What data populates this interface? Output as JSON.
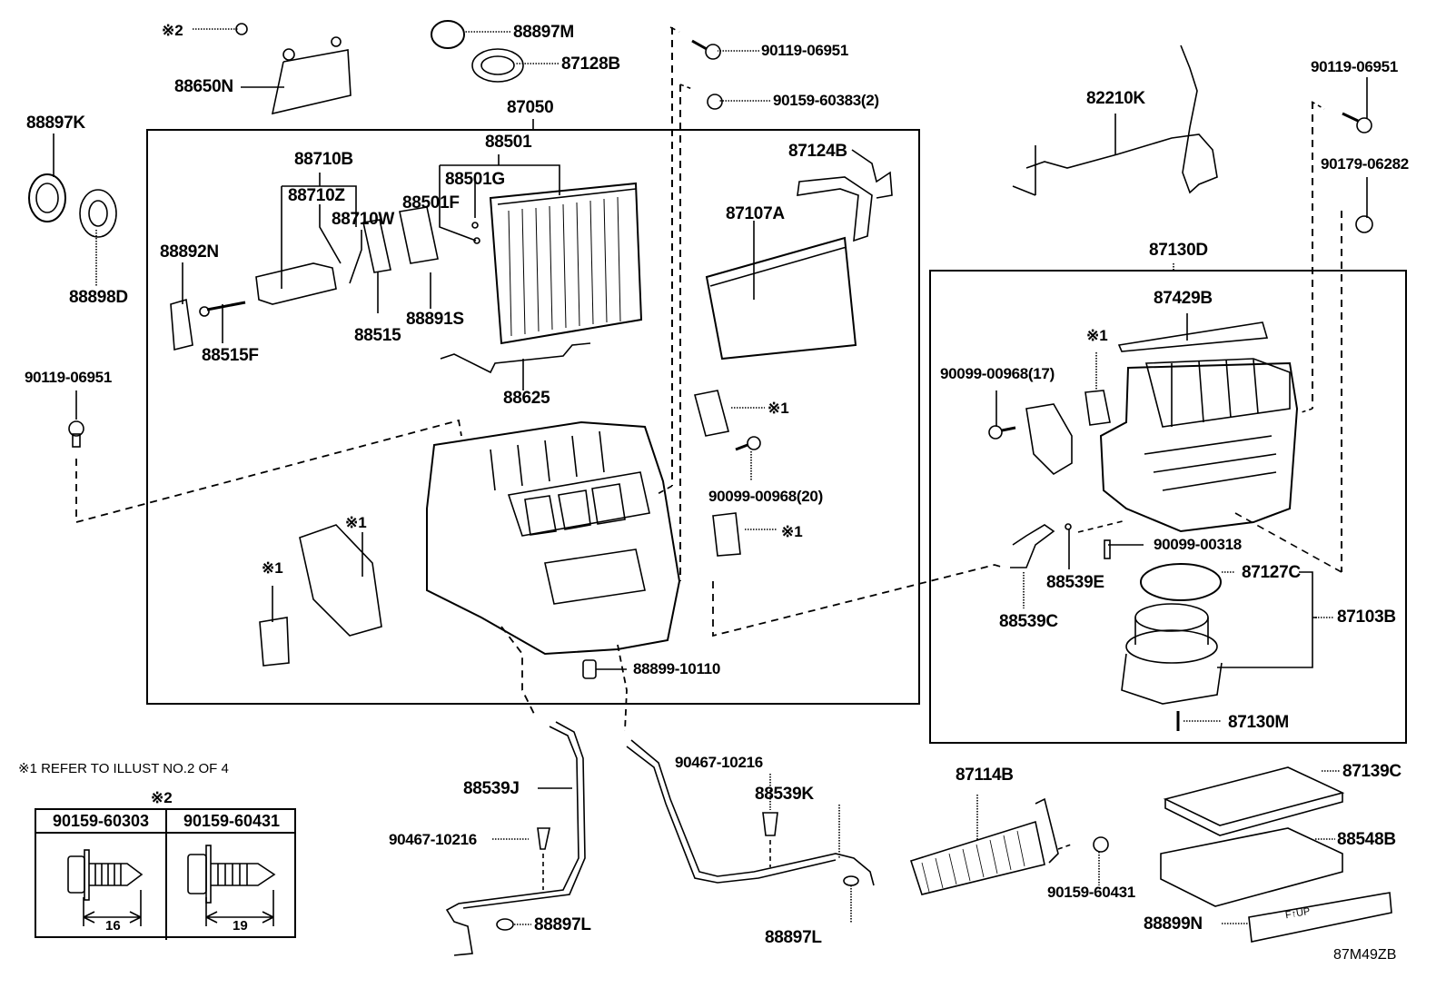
{
  "diagram": {
    "type": "exploded-parts-diagram",
    "illustration_code": "87M49ZB",
    "footnote": "※1 REFER TO ILLUST NO.2 OF 4",
    "groups": {
      "main_unit": "87050",
      "evaporator": "88501",
      "blower_unit": "87130D",
      "blower_motor": "87103B"
    },
    "labels": {
      "ref2_top": "※2",
      "p88650N": "88650N",
      "p88897M": "88897M",
      "p87128B": "87128B",
      "p90119_06951_a": "90119-06951",
      "p90159_60383": "90159-60383(2)",
      "p82210K": "82210K",
      "p90119_06951_b": "90119-06951",
      "p90179_06282": "90179-06282",
      "p88897K": "88897K",
      "p88898D": "88898D",
      "p87050": "87050",
      "p88501": "88501",
      "p88501G": "88501G",
      "p88501F": "88501F",
      "p88710B": "88710B",
      "p88710Z": "88710Z",
      "p88710W": "88710W",
      "p88892N": "88892N",
      "p88515F": "88515F",
      "p88515": "88515",
      "p88891S": "88891S",
      "p88625": "88625",
      "p87124B": "87124B",
      "p87107A": "87107A",
      "p90119_06951_c": "90119-06951",
      "ref1_a": "※1",
      "p90099_00968_20": "90099-00968(20)",
      "ref1_b": "※1",
      "ref1_c": "※1",
      "ref1_d": "※1",
      "p88899_10110": "88899-10110",
      "p87130D": "87130D",
      "p87429B": "87429B",
      "ref1_e": "※1",
      "p90099_00968_17": "90099-00968(17)",
      "p90099_00318": "90099-00318",
      "p88539E": "88539E",
      "p88539C": "88539C",
      "p87127C": "87127C",
      "p87103B": "87103B",
      "p87130M": "87130M",
      "p88539J": "88539J",
      "p90467_10216_a": "90467-10216",
      "p88897L_a": "88897L",
      "p90467_10216_b": "90467-10216",
      "p88539K": "88539K",
      "p88897L_b": "88897L",
      "p87114B": "87114B",
      "p90159_60431": "90159-60431",
      "p87139C": "87139C",
      "p88548B": "88548B",
      "p88899N": "88899N"
    },
    "note_table": {
      "title": "※2",
      "columns": [
        {
          "part": "90159-60303",
          "length": "16"
        },
        {
          "part": "90159-60431",
          "length": "19"
        }
      ]
    },
    "filter_marking": "F↑UP"
  }
}
